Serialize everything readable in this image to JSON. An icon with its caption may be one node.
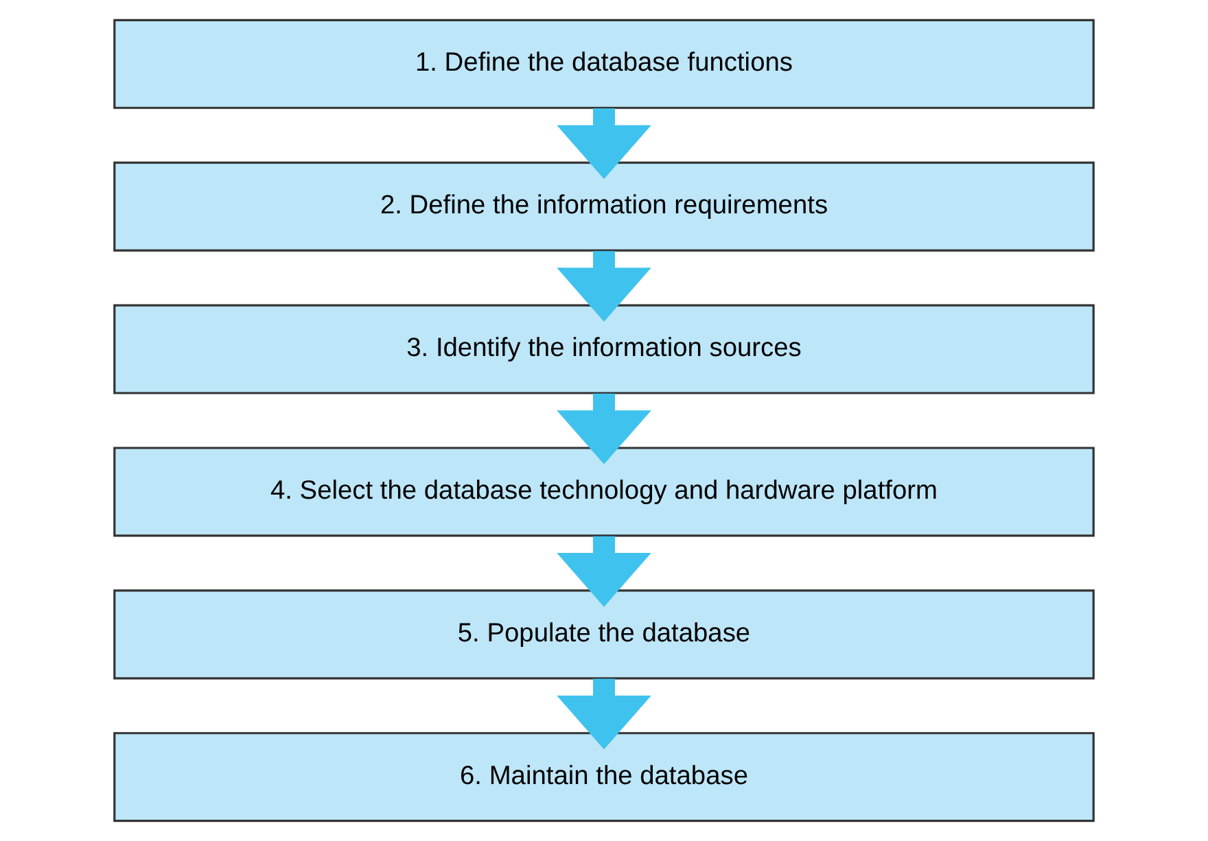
{
  "diagram": {
    "nodes": [
      {
        "text": [
          "1. Define the database functions"
        ]
      },
      {
        "text": [
          "2. Define the information requirements"
        ]
      },
      {
        "text": [
          "3. Identify the information sources"
        ]
      },
      {
        "text": [
          "4. Select the database technology and hardware platform"
        ]
      },
      {
        "text": [
          "5. Populate the database"
        ]
      },
      {
        "text": [
          "6. Maintain the database"
        ]
      }
    ],
    "edges": [
      {
        "from": 0,
        "to": 1,
        "arrow": "to"
      },
      {
        "from": 1,
        "to": 2,
        "arrow": "to"
      },
      {
        "from": 2,
        "to": 3,
        "arrow": "to"
      },
      {
        "from": 3,
        "to": 4,
        "arrow": "to"
      },
      {
        "from": 4,
        "to": 5,
        "arrow": "to"
      }
    ]
  }
}
